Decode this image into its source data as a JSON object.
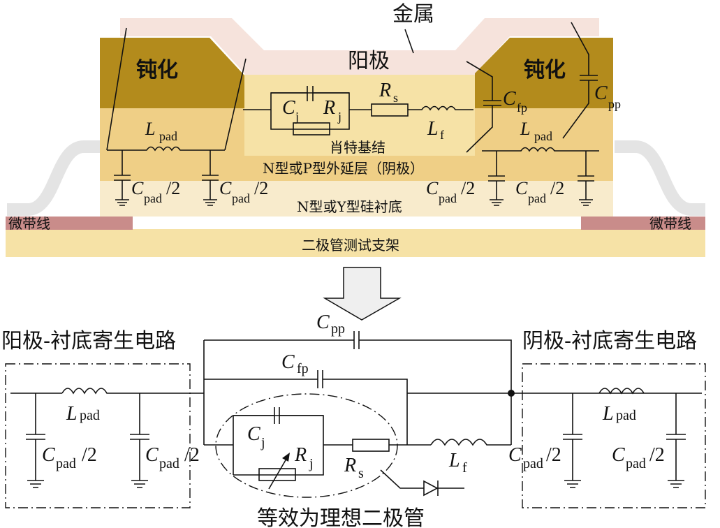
{
  "figure": {
    "type": "diagram",
    "description": "Schottky diode physical structure with parasitic elements and its equivalent circuit"
  },
  "structure": {
    "labels": {
      "metal": "金属",
      "anode": "阳极",
      "passivation_left": "钝化",
      "passivation_right": "钝化",
      "schottky_junction": "肖特基结",
      "epi_layer": "N型或P型外延层（阴极）",
      "substrate": "N型或Y型硅衬底",
      "microstrip_left": "微带线",
      "microstrip_right": "微带线",
      "test_fixture": "二极管测试支架"
    },
    "colors": {
      "metal": "#f6e3dc",
      "passivation": "#b38b1c",
      "schottky": "#f6e2a6",
      "epi": "#efcf86",
      "substrate": "#f8ebcc",
      "microstrip": "#c98c8a",
      "fixture": "#f6e2a6",
      "bondwire": "#e6e6e6"
    }
  },
  "symbols": {
    "Cj": {
      "main": "C",
      "sub": "j"
    },
    "Rj": {
      "main": "R",
      "sub": "j"
    },
    "Rs": {
      "main": "R",
      "sub": "s"
    },
    "Lf": {
      "main": "L",
      "sub": "f"
    },
    "Cfp": {
      "main": "C",
      "sub": "fp"
    },
    "Cpp": {
      "main": "C",
      "sub": "pp"
    },
    "Lpad": {
      "main": "L",
      "sub": "pad"
    },
    "Cpad": {
      "main": "C",
      "sub": "pad",
      "suffix": "/2"
    }
  },
  "circuit": {
    "anode_block_title": "阳极-衬底寄生电路",
    "cathode_block_title": "阴极-衬底寄生电路",
    "ideal_diode_label": "等效为理想二极管"
  }
}
